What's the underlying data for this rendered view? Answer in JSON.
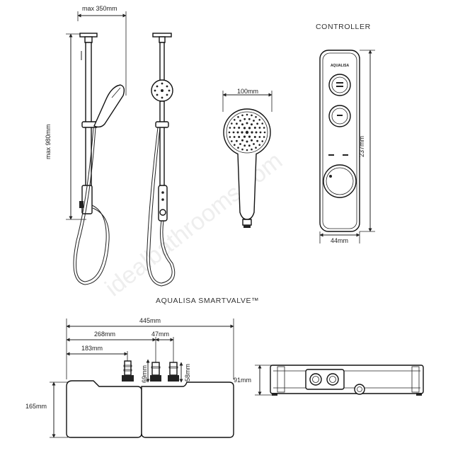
{
  "watermark": "idealbathrooms.com",
  "headings": {
    "controller": "CONTROLLER",
    "valve": "AQUALISA SMARTVALVE™"
  },
  "controller_logo": "AQUALISA",
  "dimensions": {
    "max_width": "max 350mm",
    "max_height": "max 980mm",
    "head_width": "100mm",
    "controller_height": "237mm",
    "controller_width": "44mm",
    "valve_width": "445mm",
    "valve_offset_268": "268mm",
    "valve_pitch": "47mm",
    "valve_offset_183": "183mm",
    "valve_69": "69mm",
    "valve_58": "58mm",
    "valve_height": "165mm",
    "valve_depth": "91mm"
  }
}
